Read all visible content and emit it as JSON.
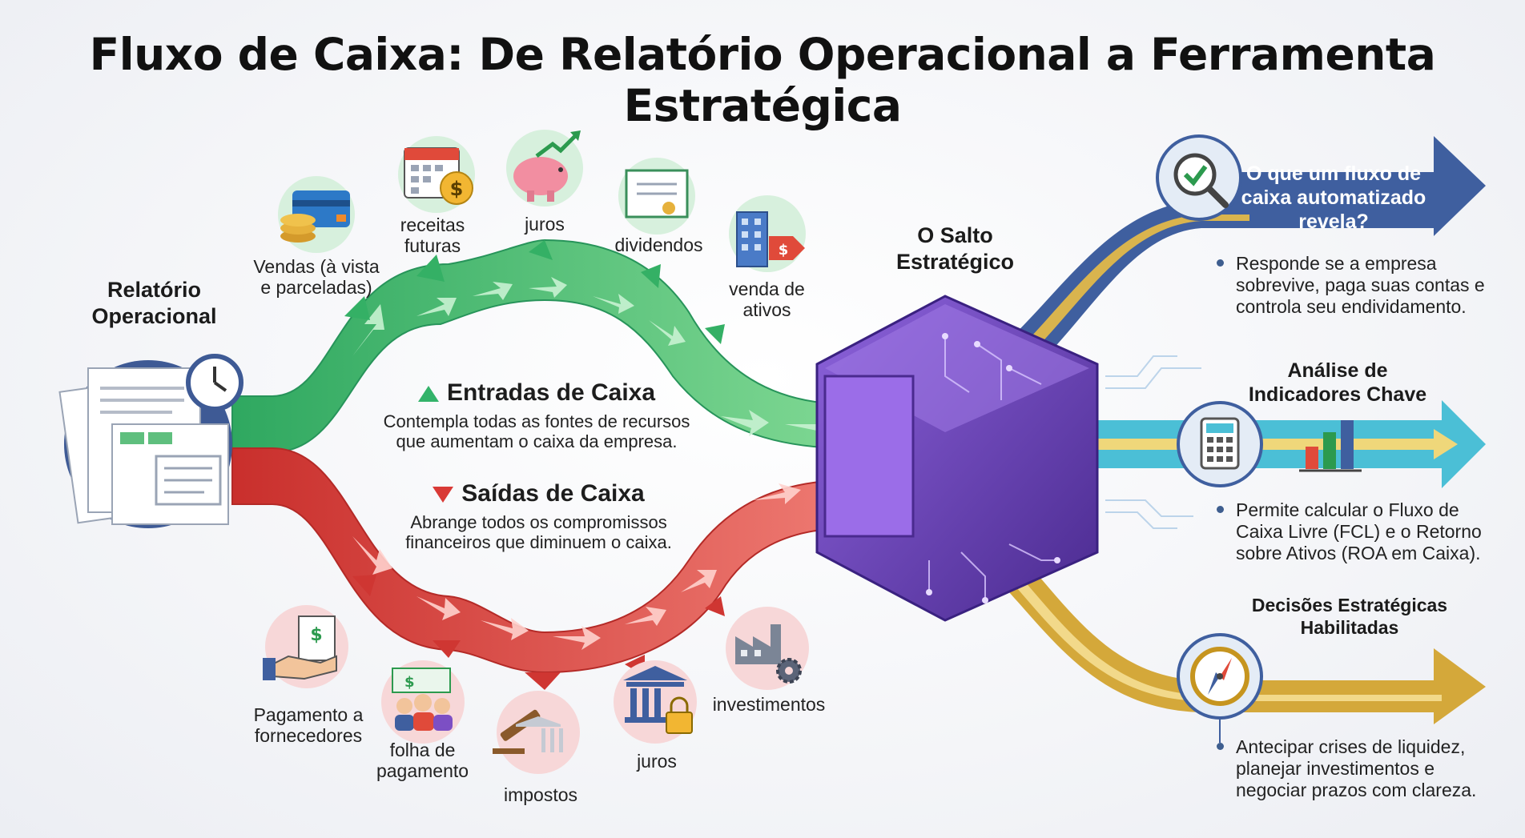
{
  "title": "Fluxo de Caixa: De Relatório Operacional a Ferramenta Estratégica",
  "left_label": "Relatório Operacional",
  "center_label": "O Salto Estratégico",
  "inflows": {
    "heading": "Entradas de Caixa",
    "description": "Contempla todas as fontes de recursos que aumentam o caixa da empresa.",
    "items": [
      "Vendas (à vista e parceladas)",
      "receitas futuras",
      "juros",
      "dividendos",
      "venda de ativos"
    ]
  },
  "outflows": {
    "heading": "Saídas de Caixa",
    "description": "Abrange todos os compromissos financeiros que diminuem o caixa.",
    "items": [
      "Pagamento a fornecedores",
      "folha de pagamento",
      "impostos",
      "juros",
      "investimentos"
    ]
  },
  "outcomes": [
    {
      "title": "O que um fluxo de caixa automatizado revela?",
      "text": "Responde se a empresa sobrevive, paga suas contas e controla seu endividamento."
    },
    {
      "title": "Análise de Indicadores Chave",
      "text": "Permite calcular o Fluxo de Caixa Livre (FCL) e o Retorno sobre Ativos (ROA em Caixa)."
    },
    {
      "title": "Decisões Estratégicas Habilitadas",
      "text": "Antecipar crises de liquidez, planejar investimentos e negociar prazos com clareza."
    }
  ],
  "colors": {
    "inflow": "#3cb96e",
    "outflow": "#d8403c",
    "hub": "#7b4fc9",
    "blue": "#3f5f9f",
    "teal": "#4bbfd6",
    "gold": "#d4a83a"
  }
}
